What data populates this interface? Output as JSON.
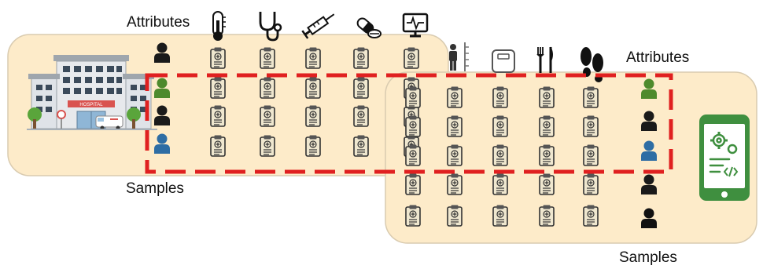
{
  "labels": {
    "attributes_hospital": "Attributes",
    "samples_hospital": "Samples",
    "attributes_app": "Attributes",
    "samples_app": "Samples"
  },
  "hospital_sign": "HOSPITAL",
  "hospital_attribute_icons": [
    "thermometer-icon",
    "stethoscope-icon",
    "syringe-icon",
    "pills-icon",
    "heart-monitor-icon"
  ],
  "app_attribute_icons": [
    "height-scale-icon",
    "weight-scale-icon",
    "fork-knife-icon",
    "footprints-icon"
  ],
  "hospital_patients": [
    {
      "color": "#1a1a1a"
    },
    {
      "color": "#4e8a2c"
    },
    {
      "color": "#1a1a1a"
    },
    {
      "color": "#2e6da4"
    }
  ],
  "app_users": [
    {
      "color": "#4e8a2c"
    },
    {
      "color": "#1a1a1a"
    },
    {
      "color": "#2e6da4"
    },
    {
      "color": "#1a1a1a"
    },
    {
      "color": "#111111"
    }
  ],
  "colors": {
    "panel_fill": "#fdebc9",
    "panel_stroke": "#d9cbb0",
    "overlap_border": "#e02020",
    "phone_green": "#3f8f3f",
    "record_fill": "#efe7cf"
  }
}
